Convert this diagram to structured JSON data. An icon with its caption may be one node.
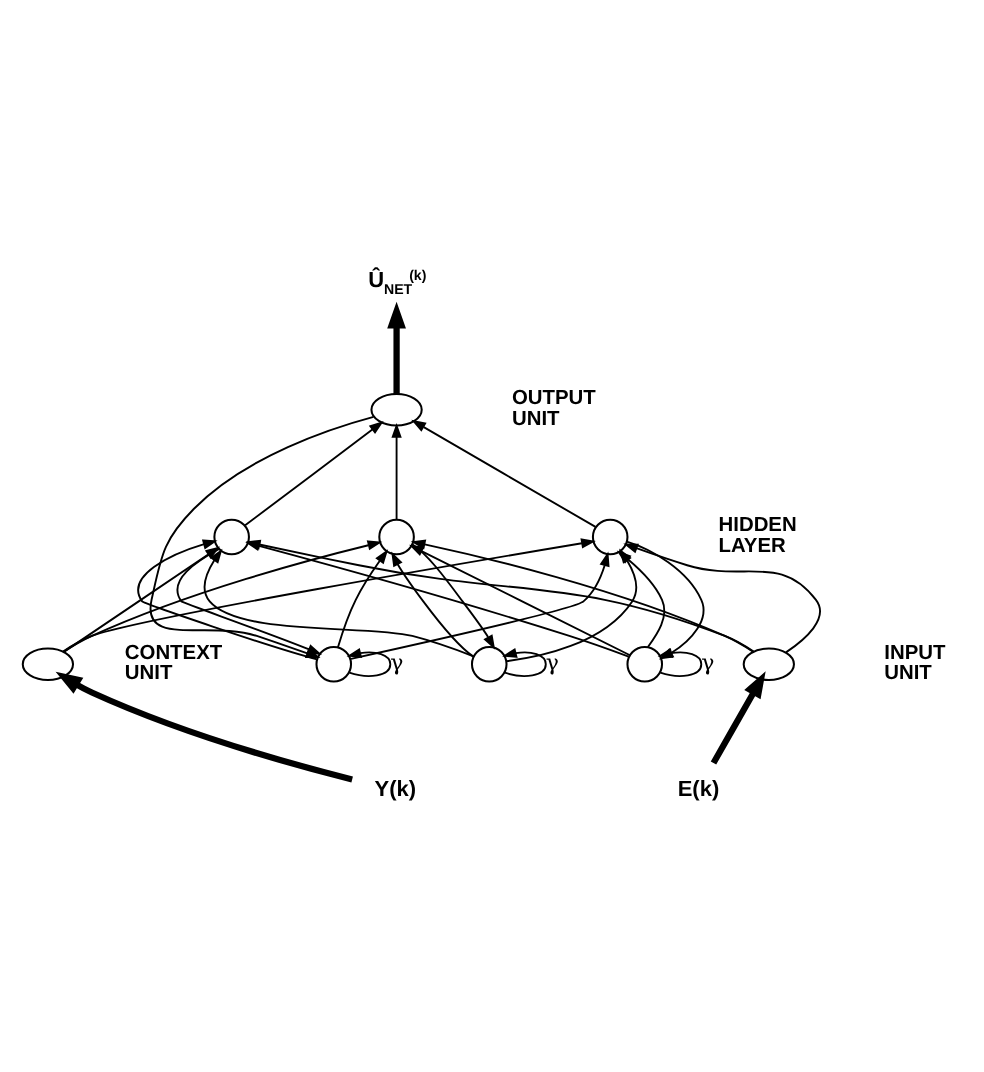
{
  "diagram": {
    "nodes": [
      {
        "text": [
          "Û$_{NET}$$^{(k)}$"
        ]
      },
      {
        "text": [],
        "shape": "ellipse"
      },
      {
        "text": [],
        "shape": "circle"
      },
      {
        "text": [],
        "shape": "circle"
      },
      {
        "text": [],
        "shape": "circle"
      },
      {
        "text": [],
        "shape": "circle"
      },
      {
        "text": [],
        "shape": "circle"
      },
      {
        "text": [],
        "shape": "circle"
      },
      {
        "text": [],
        "shape": "ellipse"
      },
      {
        "text": [],
        "shape": "ellipse"
      },
      {
        "text": [
          "Y(k)"
        ]
      },
      {
        "text": [
          "E(k)"
        ]
      }
    ],
    "edges": [
      {
        "from": 1,
        "to": 0,
        "arrow": "to",
        "style": "thick"
      },
      {
        "from": 2,
        "to": 1,
        "arrow": "to"
      },
      {
        "from": 3,
        "to": 1,
        "arrow": "to"
      },
      {
        "from": 4,
        "to": 1,
        "arrow": "to"
      },
      {
        "from": 5,
        "to": 2,
        "arrow": "to"
      },
      {
        "from": 5,
        "to": 3,
        "arrow": "to"
      },
      {
        "from": 5,
        "to": 4,
        "arrow": "to"
      },
      {
        "from": 6,
        "to": 2,
        "arrow": "to"
      },
      {
        "from": 6,
        "to": 3,
        "arrow": "to"
      },
      {
        "from": 6,
        "to": 4,
        "arrow": "to"
      },
      {
        "from": 7,
        "to": 2,
        "arrow": "to"
      },
      {
        "from": 7,
        "to": 3,
        "arrow": "to"
      },
      {
        "from": 7,
        "to": 4,
        "arrow": "to"
      },
      {
        "from": 8,
        "to": 2,
        "arrow": "to"
      },
      {
        "from": 8,
        "to": 3,
        "arrow": "to"
      },
      {
        "from": 8,
        "to": 4,
        "arrow": "to"
      },
      {
        "from": 9,
        "to": 2,
        "arrow": "to"
      },
      {
        "from": 9,
        "to": 3,
        "arrow": "to"
      },
      {
        "from": 9,
        "to": 4,
        "arrow": "to"
      },
      {
        "from": 1,
        "to": 5,
        "arrow": "to"
      },
      {
        "from": 2,
        "to": 5,
        "arrow": "to"
      },
      {
        "from": 3,
        "to": 6,
        "arrow": "to"
      },
      {
        "from": 4,
        "to": 7,
        "arrow": "to"
      },
      {
        "from": 5,
        "to": 5,
        "arrow": "to",
        "label": "γ"
      },
      {
        "from": 6,
        "to": 6,
        "arrow": "to",
        "label": "γ"
      },
      {
        "from": 7,
        "to": 7,
        "arrow": "to",
        "label": "γ"
      },
      {
        "from": 10,
        "to": 8,
        "arrow": "to",
        "style": "thick"
      },
      {
        "from": 11,
        "to": 9,
        "arrow": "to",
        "style": "thick"
      }
    ],
    "labels": [
      "OUTPUT UNIT",
      "HIDDEN LAYER",
      "CONTEXT UNIT",
      "INPUT UNIT"
    ]
  }
}
